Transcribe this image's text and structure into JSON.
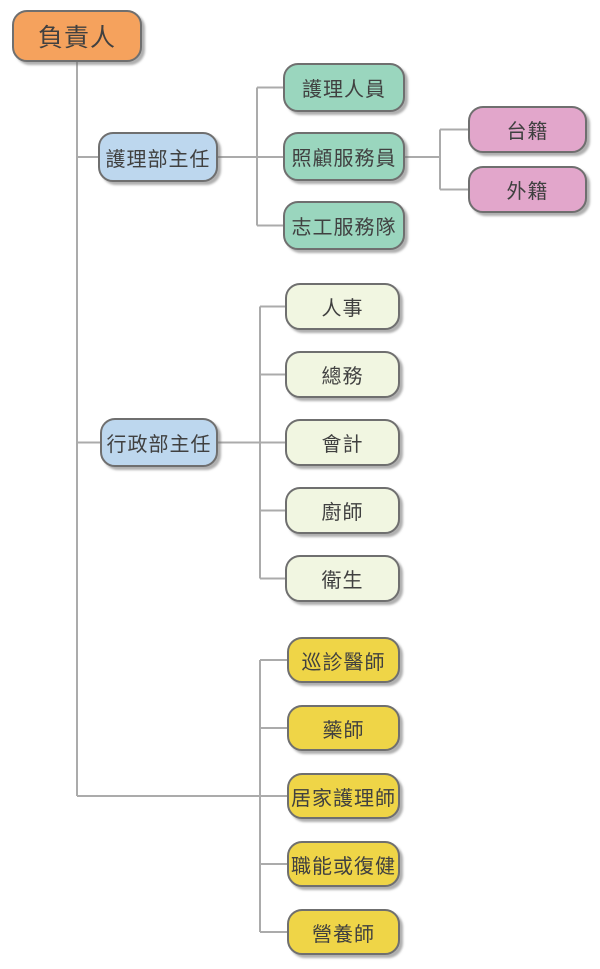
{
  "diagram": {
    "type": "org-chart",
    "background": "#FFFFFF",
    "line_color": "#ABABAB",
    "border_color": "#6F6F6F",
    "text_color": "#404040",
    "group_colors": {
      "root": "#F5A25D",
      "director": "#BDD7EE",
      "nursing": "#9AD6BE",
      "nationality": "#E2A6CB",
      "admin": "#F1F6E1",
      "medical": "#EFD547"
    }
  },
  "nodes": [
    {
      "id": "owner",
      "label": "負責人",
      "fill": "#F5A25D",
      "parent": null
    },
    {
      "id": "nursing-director",
      "label": "護理部主任",
      "fill": "#BDD7EE",
      "parent": "owner"
    },
    {
      "id": "nursing-staff",
      "label": "護理人員",
      "fill": "#9AD6BE",
      "parent": "nursing-director"
    },
    {
      "id": "care-attendants",
      "label": "照顧服務員",
      "fill": "#9AD6BE",
      "parent": "nursing-director"
    },
    {
      "id": "volunteer-team",
      "label": "志工服務隊",
      "fill": "#9AD6BE",
      "parent": "nursing-director"
    },
    {
      "id": "taiwanese",
      "label": "台籍",
      "fill": "#E2A6CB",
      "parent": "care-attendants"
    },
    {
      "id": "foreign",
      "label": "外籍",
      "fill": "#E2A6CB",
      "parent": "care-attendants"
    },
    {
      "id": "admin-director",
      "label": "行政部主任",
      "fill": "#BDD7EE",
      "parent": "owner"
    },
    {
      "id": "hr",
      "label": "人事",
      "fill": "#F1F6E1",
      "parent": "admin-director"
    },
    {
      "id": "general-affairs",
      "label": "總務",
      "fill": "#F1F6E1",
      "parent": "admin-director"
    },
    {
      "id": "accounting",
      "label": "會計",
      "fill": "#F1F6E1",
      "parent": "admin-director"
    },
    {
      "id": "chef",
      "label": "廚師",
      "fill": "#F1F6E1",
      "parent": "admin-director"
    },
    {
      "id": "sanitation",
      "label": "衛生",
      "fill": "#F1F6E1",
      "parent": "admin-director"
    },
    {
      "id": "visiting-doctor",
      "label": "巡診醫師",
      "fill": "#EFD547",
      "parent": "owner"
    },
    {
      "id": "pharmacist",
      "label": "藥師",
      "fill": "#EFD547",
      "parent": "owner"
    },
    {
      "id": "home-care-nurse",
      "label": "居家護理師",
      "fill": "#EFD547",
      "parent": "owner"
    },
    {
      "id": "occupational-rehab",
      "label": "職能或復健",
      "fill": "#EFD547",
      "parent": "owner"
    },
    {
      "id": "dietitian",
      "label": "營養師",
      "fill": "#EFD547",
      "parent": "owner"
    }
  ]
}
